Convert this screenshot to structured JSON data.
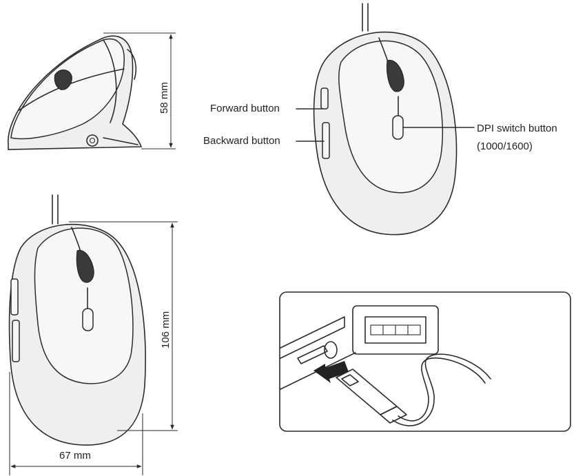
{
  "views": {
    "side": {
      "height_label": "58 mm"
    },
    "front": {
      "forward_label": "Forward button",
      "backward_label": "Backward button",
      "dpi_label_line1": "DPI switch button",
      "dpi_label_line2": "(1000/1600)"
    },
    "top": {
      "length_label": "106 mm",
      "width_label": "67 mm"
    },
    "usb": {
      "arrow_icon": "arrow-right-icon"
    }
  }
}
